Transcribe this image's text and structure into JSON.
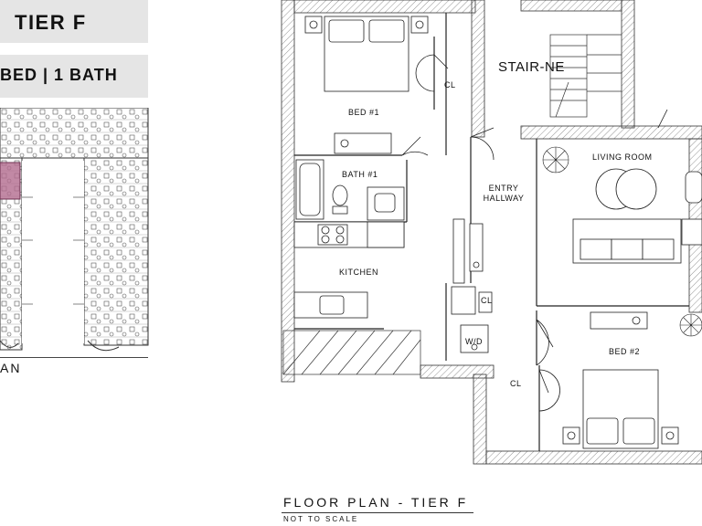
{
  "header": {
    "tier_title": "TIER F",
    "unit_type": "BED  |  1 BATH"
  },
  "key_plan": {
    "label": "AN",
    "highlight_color": "#b36b8f"
  },
  "rooms": {
    "bed1": "BED #1",
    "closet1": "CL",
    "bath1": "BATH #1",
    "kitchen": "KITCHEN",
    "stair": "STAIR-NE",
    "living": "LIVING ROOM",
    "entry_line1": "ENTRY",
    "entry_line2": "HALLWAY",
    "closet2": "CL",
    "wd": "W/D",
    "closet3": "CL",
    "bed2": "BED #2"
  },
  "footer": {
    "title": "FLOOR PLAN - TIER F",
    "subtitle": "NOT TO SCALE"
  }
}
